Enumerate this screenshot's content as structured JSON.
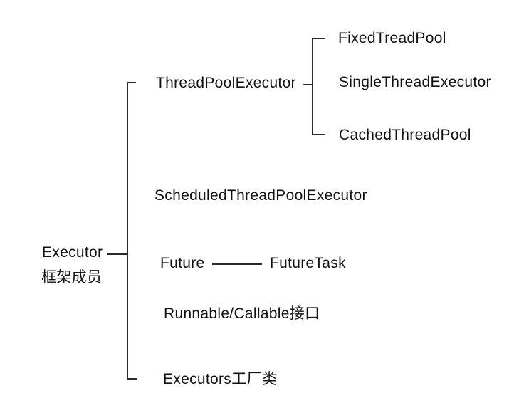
{
  "colors": {
    "background": "#ffffff",
    "line": "#2b2b2b",
    "text": "#121212"
  },
  "root": {
    "title": "Executor",
    "subtitle": "框架成员"
  },
  "tree": {
    "branches": [
      {
        "label": "ThreadPoolExecutor",
        "children": [
          "FixedTreadPool",
          "SingleThreadExecutor",
          "CachedThreadPool"
        ]
      },
      {
        "label": "ScheduledThreadPoolExecutor",
        "children": []
      },
      {
        "label": "Future",
        "linked": "FutureTask",
        "children": []
      },
      {
        "label": "Runnable/Callable接口",
        "children": []
      },
      {
        "label": "Executors工厂类",
        "children": []
      }
    ]
  }
}
